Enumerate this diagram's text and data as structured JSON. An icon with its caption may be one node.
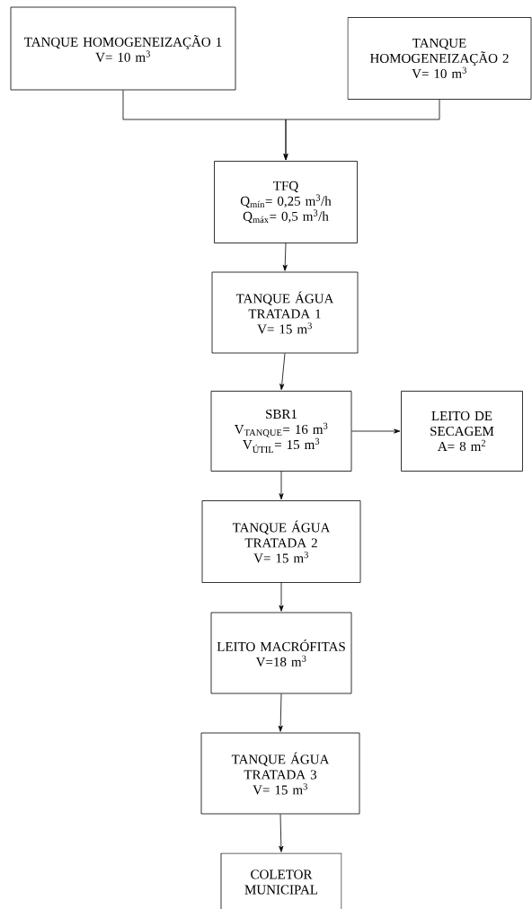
{
  "diagram": {
    "nodes": [
      {
        "text": [
          "TANQUE HOMOGENEIZAÇÃO 1",
          "V= 10 m$^{3}$"
        ]
      },
      {
        "text": [
          "TANQUE HOMOGENEIZAÇÃO 2",
          "V= 10 m$^{3}$"
        ]
      },
      {
        "text": [
          "TFQ",
          "Q$_{mín}$= 0,25 m$^{3}$/h",
          "Q$_{máx}$= 0,5 m$^{3}$/h"
        ]
      },
      {
        "text": [
          "TANQUE ÁGUA TRATADA 1",
          "V= 15 m$^{3}$"
        ]
      },
      {
        "text": [
          "SBR1",
          "V$_{TANQUE}$= 16 m$^{3}$",
          "V$_{ÚTIL}$= 15 m$^{3}$"
        ]
      },
      {
        "text": [
          "LEITO DE SECAGEM",
          "A= 8 m$^{2}$"
        ]
      },
      {
        "text": [
          "TANQUE ÁGUA TRATADA 2",
          "V= 15 m$^{3}$"
        ]
      },
      {
        "text": [
          "LEITO MACRÓFITAS",
          "V=18 m$^{3}$"
        ]
      },
      {
        "text": [
          "TANQUE ÁGUA TRATADA 3",
          "V= 15 m$^{3}$"
        ]
      },
      {
        "text": [
          "COLETOR MUNICIPAL"
        ]
      }
    ],
    "edges": [
      {
        "from": 0,
        "to": 2,
        "arrow": "to"
      },
      {
        "from": 1,
        "to": 2,
        "arrow": "to"
      },
      {
        "from": 2,
        "to": 3,
        "arrow": "to"
      },
      {
        "from": 3,
        "to": 4,
        "arrow": "to"
      },
      {
        "from": 4,
        "to": 5,
        "arrow": "to"
      },
      {
        "from": 4,
        "to": 6,
        "arrow": "to"
      },
      {
        "from": 6,
        "to": 7,
        "arrow": "to"
      },
      {
        "from": 7,
        "to": 8,
        "arrow": "to"
      },
      {
        "from": 8,
        "to": 9,
        "arrow": "to"
      }
    ]
  }
}
